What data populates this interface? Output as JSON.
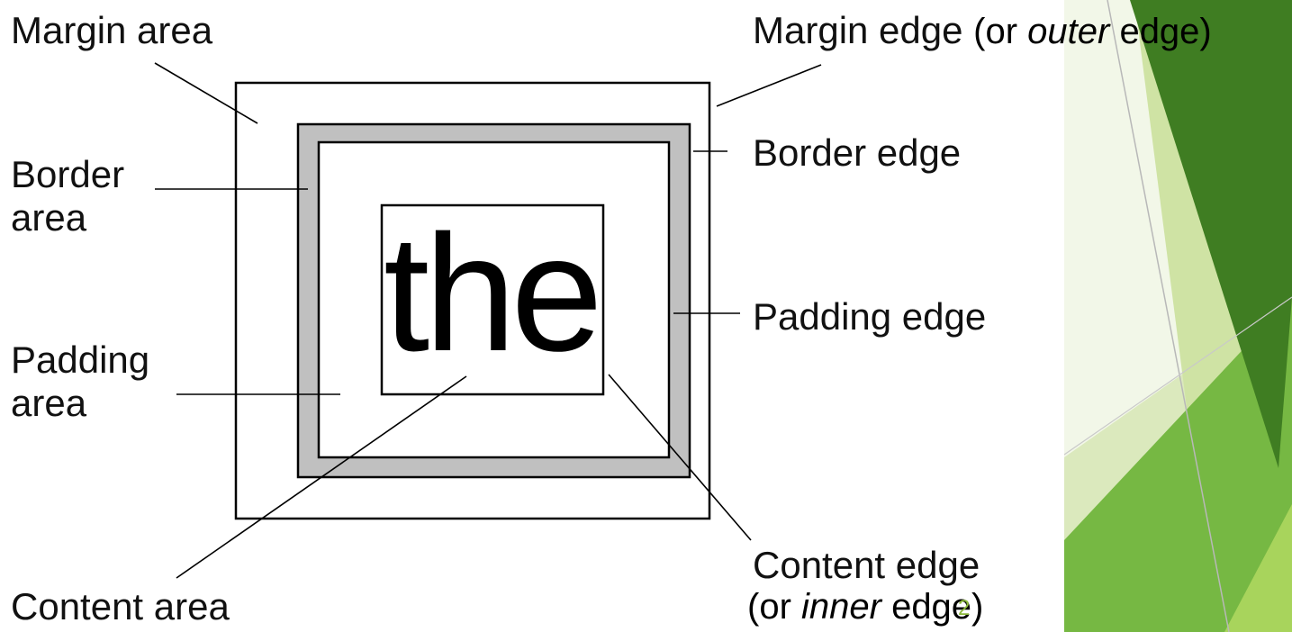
{
  "diagram": {
    "sample_text": "the",
    "left_labels": {
      "margin_area": "Margin area",
      "border_area": [
        "Border",
        "area"
      ],
      "padding_area": [
        "Padding",
        "area"
      ],
      "content_area": "Content area"
    },
    "right_labels": {
      "margin_edge": "Margin edge",
      "margin_edge_note": {
        "open": "(or ",
        "emphasis": "outer",
        "close": " edge)"
      },
      "border_edge": "Border edge",
      "padding_edge": "Padding edge",
      "content_edge": "Content edge",
      "content_edge_note": {
        "open": "(or ",
        "emphasis": "inner",
        "close": " edge)"
      }
    },
    "colors": {
      "border_fill": "#c0c0c0",
      "line": "#000000",
      "accent_green_dark": "#3f7d22",
      "accent_green": "#76b843",
      "accent_green_light": "#dbe9bd"
    }
  },
  "slide": {
    "page_number": "2"
  }
}
